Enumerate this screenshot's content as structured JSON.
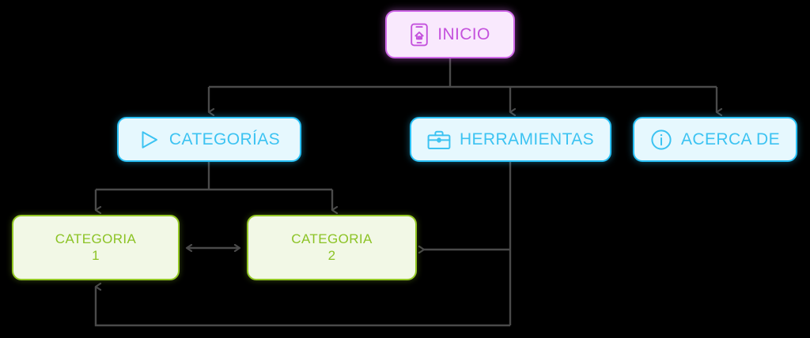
{
  "diagram": {
    "background_color": "#000000",
    "edge_color": "#4a4a4a",
    "type": "sitemap-flowchart",
    "nodes": [
      {
        "id": "inicio",
        "label": "INICIO",
        "icon": "mobile-home-icon",
        "level": 0,
        "border_color": "#cf67e8",
        "fill_color": "#f9e9fd",
        "text_color": "#c452dd"
      },
      {
        "id": "categorias",
        "label": "CATEGORÍAS",
        "icon": "play-triangle-icon",
        "level": 1,
        "border_color": "#29c0f5",
        "fill_color": "#e6f8fe",
        "text_color": "#3cc3f2"
      },
      {
        "id": "herramientas",
        "label": "HERRAMIENTAS",
        "icon": "briefcase-icon",
        "level": 1,
        "border_color": "#29c0f5",
        "fill_color": "#e6f8fe",
        "text_color": "#3cc3f2"
      },
      {
        "id": "acercade",
        "label": "ACERCA DE",
        "icon": "info-circle-icon",
        "level": 1,
        "border_color": "#29c0f5",
        "fill_color": "#e6f8fe",
        "text_color": "#3cc3f2"
      },
      {
        "id": "categoria-1",
        "label": "CATEGORIA\n1",
        "icon": null,
        "level": 2,
        "border_color": "#94c825",
        "fill_color": "#f2f8e6",
        "text_color": "#8cc325"
      },
      {
        "id": "categoria-2",
        "label": "CATEGORIA\n2",
        "icon": null,
        "level": 2,
        "border_color": "#94c825",
        "fill_color": "#f2f8e6",
        "text_color": "#8cc325"
      }
    ],
    "edges": [
      {
        "from": "inicio",
        "to": "categorias",
        "arrow": "single"
      },
      {
        "from": "inicio",
        "to": "herramientas",
        "arrow": "single"
      },
      {
        "from": "inicio",
        "to": "acercade",
        "arrow": "single"
      },
      {
        "from": "categorias",
        "to": "categoria-1",
        "arrow": "single"
      },
      {
        "from": "categorias",
        "to": "categoria-2",
        "arrow": "single"
      },
      {
        "from": "categoria-1",
        "to": "categoria-2",
        "arrow": "double"
      },
      {
        "from": "herramientas",
        "to": "categoria-2",
        "arrow": "single"
      },
      {
        "from": "herramientas",
        "to": "categoria-1",
        "arrow": "single"
      }
    ]
  }
}
